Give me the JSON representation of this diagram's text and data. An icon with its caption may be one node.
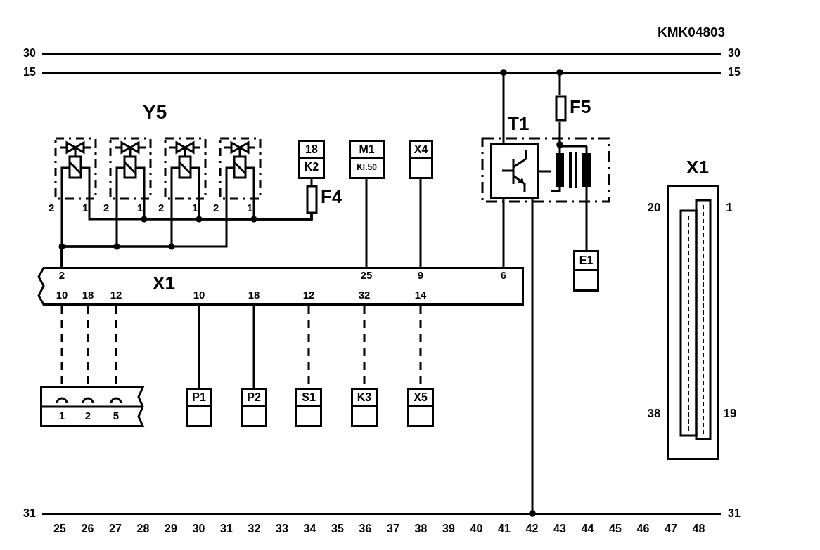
{
  "diagram": {
    "nodes": [
      {
        "text": [
          "30",
          "30"
        ]
      },
      {
        "text": [
          "15",
          "15"
        ]
      },
      {
        "text": [],
        "shape": "picture",
        "beside": [
          "2",
          "1"
        ]
      },
      {
        "text": [],
        "shape": "picture",
        "beside": [
          "2",
          "1"
        ]
      },
      {
        "text": [],
        "shape": "picture",
        "beside": [
          "2",
          "1"
        ]
      },
      {
        "text": [],
        "shape": "picture",
        "beside": [
          "2",
          "1"
        ]
      },
      {
        "text": [
          "18",
          "K2"
        ]
      },
      {
        "text": [
          "F4"
        ]
      },
      {
        "text": [
          "M1",
          "Kl.50"
        ]
      },
      {
        "text": [
          "X4"
        ]
      },
      {
        "text": [
          "T1"
        ]
      },
      {
        "text": [],
        "shape": "picture",
        "in": 10
      },
      {
        "text": [],
        "shape": "picture",
        "in": 10
      },
      {
        "text": [
          "F5"
        ]
      },
      {
        "text": [
          "E1"
        ]
      },
      {
        "text": [
          "X1",
          "2",
          "25",
          "9",
          "6",
          "10",
          "18",
          "12",
          "10",
          "18",
          "12",
          "32",
          "14"
        ]
      },
      {
        "text": [
          "1",
          "2",
          "5"
        ]
      },
      {
        "text": [
          "P1"
        ]
      },
      {
        "text": [
          "P2"
        ]
      },
      {
        "text": [
          "S1"
        ]
      },
      {
        "text": [
          "K3"
        ]
      },
      {
        "text": [
          "X5"
        ]
      },
      {
        "text": [
          "X1",
          "20",
          "1",
          "38",
          "19"
        ]
      },
      {
        "text": [
          "31",
          "31"
        ]
      }
    ],
    "edges": [
      {
        "from": 2,
        "to": 15,
        "arrow": "none"
      },
      {
        "from": 3,
        "to": 15,
        "arrow": "none"
      },
      {
        "from": 4,
        "to": 15,
        "arrow": "none"
      },
      {
        "from": 5,
        "to": 15,
        "arrow": "none"
      },
      {
        "from": 2,
        "to": 7,
        "arrow": "none"
      },
      {
        "from": 3,
        "to": 7,
        "arrow": "none"
      },
      {
        "from": 4,
        "to": 7,
        "arrow": "none"
      },
      {
        "from": 5,
        "to": 7,
        "arrow": "none"
      },
      {
        "from": 7,
        "to": 6,
        "arrow": "none"
      },
      {
        "from": 8,
        "to": 15,
        "arrow": "none"
      },
      {
        "from": 9,
        "to": 15,
        "arrow": "none"
      },
      {
        "from": 1,
        "to": 11,
        "arrow": "other"
      },
      {
        "from": 1,
        "to": 13,
        "arrow": "other"
      },
      {
        "from": 12,
        "to": 13,
        "arrow": "other"
      },
      {
        "from": 11,
        "to": 12,
        "arrow": "none"
      },
      {
        "from": 11,
        "to": 15,
        "arrow": "none"
      },
      {
        "from": 23,
        "to": 11,
        "arrow": "other"
      },
      {
        "from": 12,
        "to": 14,
        "arrow": "none"
      },
      {
        "from": 15,
        "to": 16,
        "arrow": "none",
        "style": "dashed"
      },
      {
        "from": 15,
        "to": 16,
        "arrow": "none",
        "style": "dashed"
      },
      {
        "from": 15,
        "to": 16,
        "arrow": "none",
        "style": "dashed"
      },
      {
        "from": 15,
        "to": 17,
        "arrow": "none"
      },
      {
        "from": 15,
        "to": 18,
        "arrow": "none"
      },
      {
        "from": 15,
        "to": 19,
        "arrow": "none",
        "style": "dashed"
      },
      {
        "from": 15,
        "to": 20,
        "arrow": "none",
        "style": "dashed"
      },
      {
        "from": 15,
        "to": 21,
        "arrow": "none",
        "style": "dashed"
      }
    ],
    "labels": [
      "KMK04803",
      "Y5",
      "25",
      "26",
      "27",
      "28",
      "29",
      "30",
      "31",
      "32",
      "33",
      "34",
      "35",
      "36",
      "37",
      "38",
      "39",
      "40",
      "41",
      "42",
      "43",
      "44",
      "45",
      "46",
      "47",
      "48"
    ]
  }
}
